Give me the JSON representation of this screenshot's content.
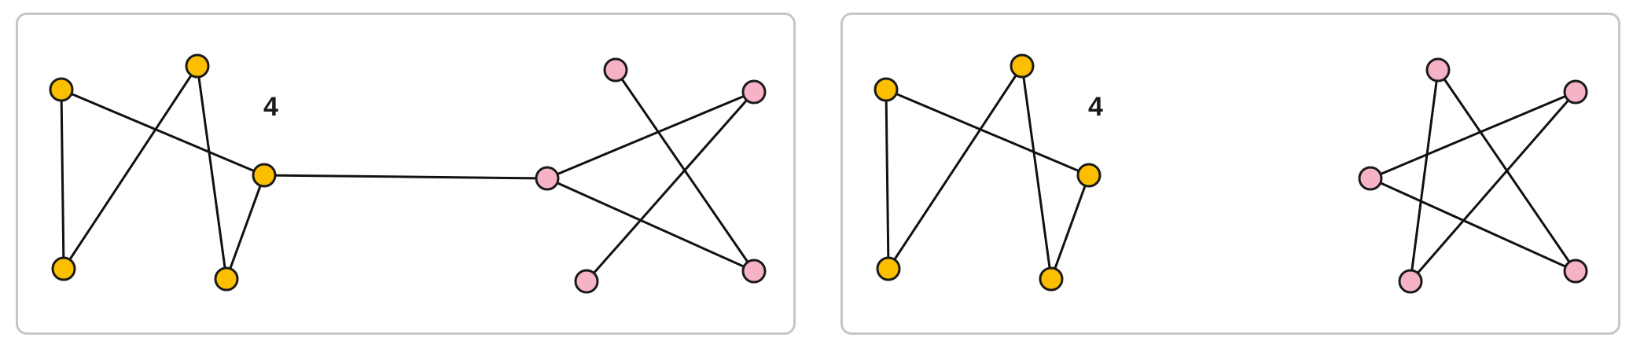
{
  "colors": {
    "yellow_node": "#fcbf00",
    "pink_node": "#f6b3c6",
    "edge": "#111111",
    "panel_border": "#c6c6c6"
  },
  "panels": [
    {
      "label": "4",
      "nodes": [
        {
          "id": "Y1",
          "group": "yellow"
        },
        {
          "id": "Y2",
          "group": "yellow"
        },
        {
          "id": "Y3",
          "group": "yellow"
        },
        {
          "id": "Y4",
          "group": "yellow"
        },
        {
          "id": "Y5",
          "group": "yellow"
        },
        {
          "id": "P1",
          "group": "pink"
        },
        {
          "id": "P2",
          "group": "pink"
        },
        {
          "id": "P3",
          "group": "pink"
        },
        {
          "id": "P4",
          "group": "pink"
        },
        {
          "id": "P5",
          "group": "pink"
        }
      ],
      "edges": [
        [
          "Y1",
          "Y5"
        ],
        [
          "Y1",
          "Y3"
        ],
        [
          "Y2",
          "Y3"
        ],
        [
          "Y2",
          "Y4"
        ],
        [
          "Y4",
          "Y5"
        ],
        [
          "Y5",
          "P3"
        ],
        [
          "P3",
          "P2"
        ],
        [
          "P3",
          "P5"
        ],
        [
          "P1",
          "P5"
        ],
        [
          "P2",
          "P4"
        ]
      ]
    },
    {
      "label": "4",
      "nodes": [
        {
          "id": "Y1",
          "group": "yellow"
        },
        {
          "id": "Y2",
          "group": "yellow"
        },
        {
          "id": "Y3",
          "group": "yellow"
        },
        {
          "id": "Y4",
          "group": "yellow"
        },
        {
          "id": "Y5",
          "group": "yellow"
        },
        {
          "id": "P1",
          "group": "pink"
        },
        {
          "id": "P2",
          "group": "pink"
        },
        {
          "id": "P3",
          "group": "pink"
        },
        {
          "id": "P4",
          "group": "pink"
        },
        {
          "id": "P5",
          "group": "pink"
        }
      ],
      "edges": [
        [
          "Y1",
          "Y5"
        ],
        [
          "Y1",
          "Y3"
        ],
        [
          "Y2",
          "Y3"
        ],
        [
          "Y2",
          "Y4"
        ],
        [
          "Y4",
          "Y5"
        ],
        [
          "P3",
          "P2"
        ],
        [
          "P3",
          "P5"
        ],
        [
          "P1",
          "P5"
        ],
        [
          "P1",
          "P4"
        ],
        [
          "P2",
          "P4"
        ]
      ]
    }
  ]
}
